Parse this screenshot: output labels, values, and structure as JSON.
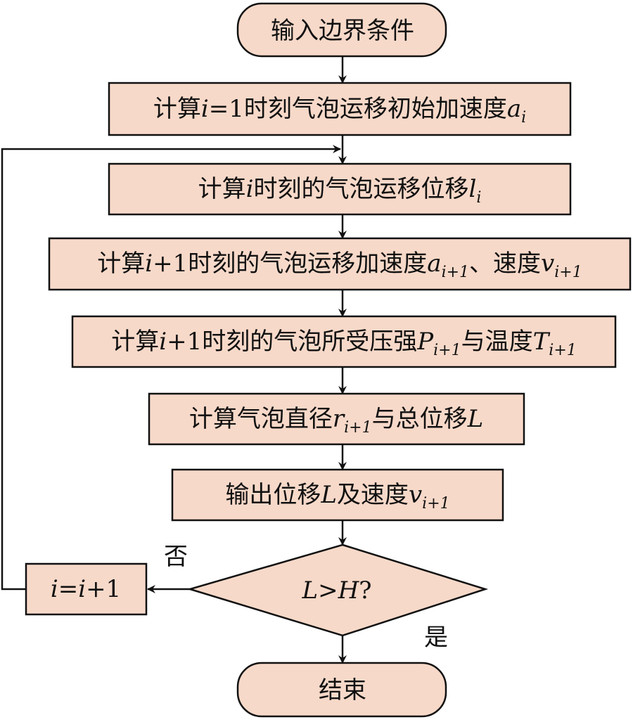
{
  "colors": {
    "node_fill": "#f7d9c9",
    "stroke": "#111111",
    "background": "#ffffff"
  },
  "nodes": {
    "start": {
      "text": "输入边界条件"
    },
    "step1": {
      "t1": "计算",
      "v1": "i",
      "t2": "=1时刻气泡运移初始加速度",
      "v2": "a",
      "s2": "i"
    },
    "step2": {
      "t1": "计算",
      "v1": "i",
      "t2": "时刻的气泡运移位移",
      "v2": "l",
      "s2": "i"
    },
    "step3": {
      "t1": "计算",
      "v1": "i",
      "t2": "+1时刻的气泡运移加速度",
      "v2": "a",
      "s2": "i+1",
      "t3": "、速度",
      "v3": "v",
      "s3": "i+1"
    },
    "step4": {
      "t1": "计算",
      "v1": "i",
      "t2": "+1时刻的气泡所受压强",
      "v2": "P",
      "s2": "i+1",
      "t3": "与温度",
      "v3": "T",
      "s3": "i+1"
    },
    "step5": {
      "t1": "计算气泡直径",
      "v1": "r",
      "s1": "i+1",
      "t2": "与总位移",
      "v2": "L"
    },
    "step6": {
      "t1": "输出位移",
      "v1": "L",
      "t2": "及速度",
      "v2": "v",
      "s2": "i+1"
    },
    "increment": {
      "v1": "i",
      "t1": "=",
      "v2": "i",
      "t2": "+1"
    },
    "decision": {
      "v1": "L",
      "t1": ">",
      "v2": "H",
      "t2": "?"
    },
    "end": {
      "text": "结束"
    }
  },
  "edge_labels": {
    "no": "否",
    "yes": "是"
  }
}
